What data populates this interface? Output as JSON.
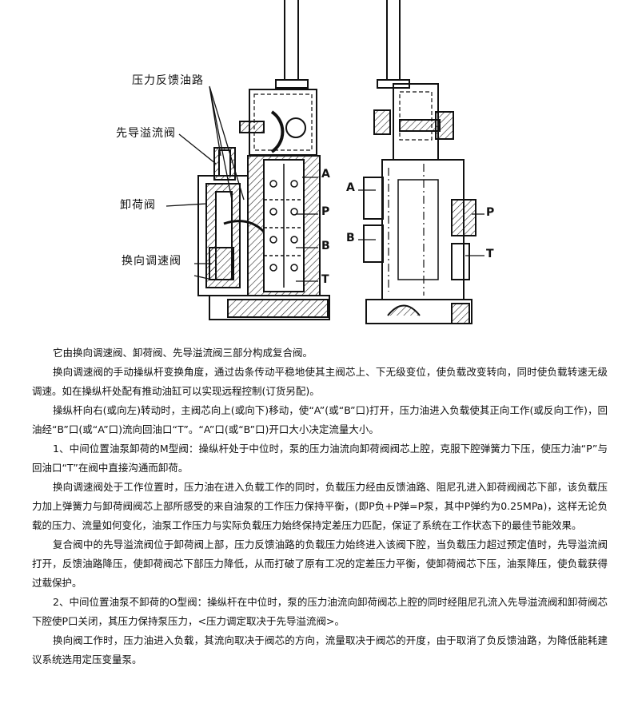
{
  "diagram": {
    "labels": {
      "pressure_feedback": "压力反馈油路",
      "pilot_relief": "先导溢流阀",
      "unloading": "卸荷阀",
      "directional_speed": "换向调速阀"
    },
    "ports_left": [
      "A",
      "P",
      "B",
      "T"
    ],
    "ports_right": [
      "A",
      "P",
      "B",
      "T"
    ]
  },
  "paragraphs": [
    "它由换向调速阀、卸荷阀、先导溢流阀三部分构成复合阀。",
    "换向调速阀的手动操纵杆变换角度，通过齿条传动平稳地使其主阀芯上、下无级变位，使负载改变转向，同时使负载转速无级调速。如在操纵杆处配有推动油缸可以实现远程控制(订货另配)。",
    "操纵杆向右(或向左)转动时，主阀芯向上(或向下)移动，使“A”(或“B”口)打开，压力油进入负载使其正向工作(或反向工作)，回油经“B”口(或“A”口)流向回油口“T”。“A”口(或“B”口)开口大小决定流量大小。",
    "1、中间位置油泵卸荷的M型阀：操纵杆处于中位时，泵的压力油流向卸荷阀阀芯上腔，克服下腔弹簧力下压，使压力油“P”与回油口“T”在阀中直接沟通而卸荷。",
    "换向调速阀处于工作位置时，压力油在进入负载工作的同时，负载压力经由反馈油路、阻尼孔进入卸荷阀阀芯下部，该负载压力加上弹簧力与卸荷阀阀芯上部所感受的来自油泵的工作压力保持平衡，(即P负+P弹=P泵，其中P弹约为0.25MPa)，这样无论负载的压力、流量如何变化，油泵工作压力与实际负载压力始终保持定差压力匹配，保证了系统在工作状态下的最佳节能效果。",
    "复合阀中的先导溢流阀位于卸荷阀上部，压力反馈油路的负载压力始终进入该阀下腔，当负载压力超过预定值时，先导溢流阀打开，反馈油路降压，使卸荷阀芯下部压力降低，从而打破了原有工况的定差压力平衡，使卸荷阀芯下压，油泵降压，使负载获得过载保护。",
    "2、中间位置油泵不卸荷的O型阀：操纵杆在中位时，泵的压力油流向卸荷阀芯上腔的同时经阻尼孔流入先导溢流阀和卸荷阀芯下腔使P口关闭，其压力保持泵压力，<压力调定取决于先导溢流阀>。",
    "换向阀工作时，压力油进入负载，其流向取决于阀芯的方向，流量取决于阀芯的开度，由于取消了负反馈油路，为降低能耗建议系统选用定压变量泵。"
  ]
}
